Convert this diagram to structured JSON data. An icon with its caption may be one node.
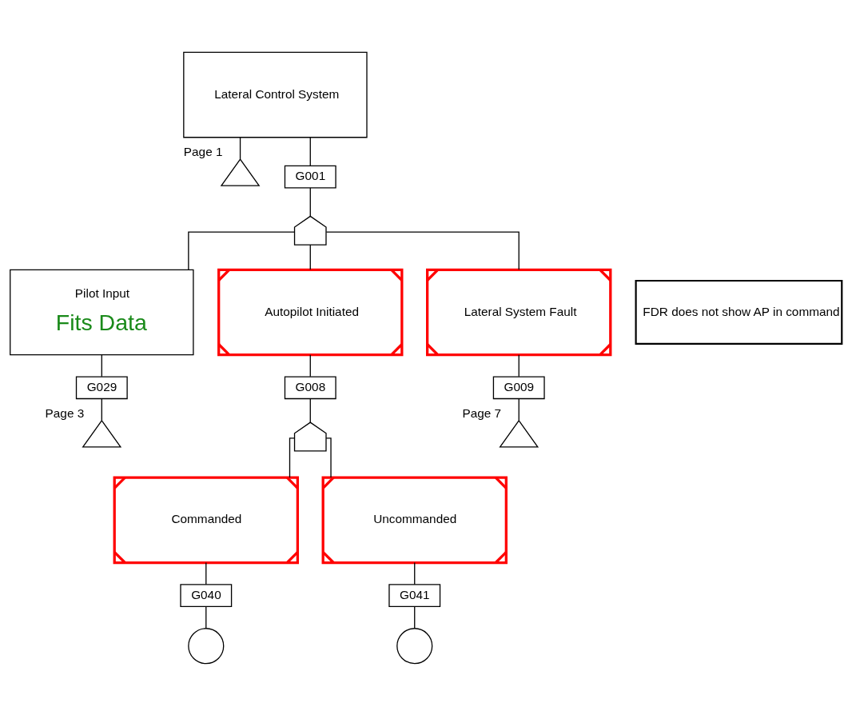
{
  "diagram": {
    "nodes": [
      {
        "text": [
          "Lateral Control System"
        ]
      },
      {
        "text": [],
        "shape": "triangle",
        "beside": [
          "Page 1"
        ]
      },
      {
        "text": [
          "G001"
        ]
      },
      {
        "text": [],
        "shape": "gate"
      },
      {
        "text": [
          "Pilot Input",
          "Fits Data"
        ]
      },
      {
        "text": [
          "Autopilot Initiated"
        ]
      },
      {
        "text": [
          "FDR does not show AP in command"
        ]
      },
      {
        "text": [
          "Lateral System Fault"
        ]
      },
      {
        "text": [
          "G029"
        ]
      },
      {
        "text": [
          "G008"
        ]
      },
      {
        "text": [
          "G009"
        ]
      },
      {
        "text": [],
        "shape": "triangle",
        "beside": [
          "Page 3"
        ]
      },
      {
        "text": [],
        "shape": "gate"
      },
      {
        "text": [],
        "shape": "triangle",
        "beside": [
          "Page 7"
        ]
      },
      {
        "text": [
          "Commanded"
        ]
      },
      {
        "text": [
          "Uncommanded"
        ]
      },
      {
        "text": [
          "G040"
        ]
      },
      {
        "text": [
          "G041"
        ]
      },
      {
        "text": [],
        "shape": "circle"
      },
      {
        "text": [],
        "shape": "circle"
      }
    ],
    "edges": [
      {
        "from": 0,
        "to": 1,
        "arrow": "none"
      },
      {
        "from": 0,
        "to": 2,
        "arrow": "none"
      },
      {
        "from": 2,
        "to": 3,
        "arrow": "none"
      },
      {
        "from": 3,
        "to": 4,
        "arrow": "none"
      },
      {
        "from": 3,
        "to": 5,
        "arrow": "none"
      },
      {
        "from": 3,
        "to": 7,
        "arrow": "none"
      },
      {
        "from": 4,
        "to": 8,
        "arrow": "none"
      },
      {
        "from": 5,
        "to": 9,
        "arrow": "none"
      },
      {
        "from": 7,
        "to": 10,
        "arrow": "none"
      },
      {
        "from": 8,
        "to": 11,
        "arrow": "none"
      },
      {
        "from": 9,
        "to": 12,
        "arrow": "none"
      },
      {
        "from": 10,
        "to": 13,
        "arrow": "none"
      },
      {
        "from": 12,
        "to": 14,
        "arrow": "none"
      },
      {
        "from": 12,
        "to": 15,
        "arrow": "none"
      },
      {
        "from": 14,
        "to": 16,
        "arrow": "none"
      },
      {
        "from": 15,
        "to": 17,
        "arrow": "none"
      },
      {
        "from": 16,
        "to": 18,
        "arrow": "none"
      },
      {
        "from": 17,
        "to": 19,
        "arrow": "none"
      }
    ]
  }
}
